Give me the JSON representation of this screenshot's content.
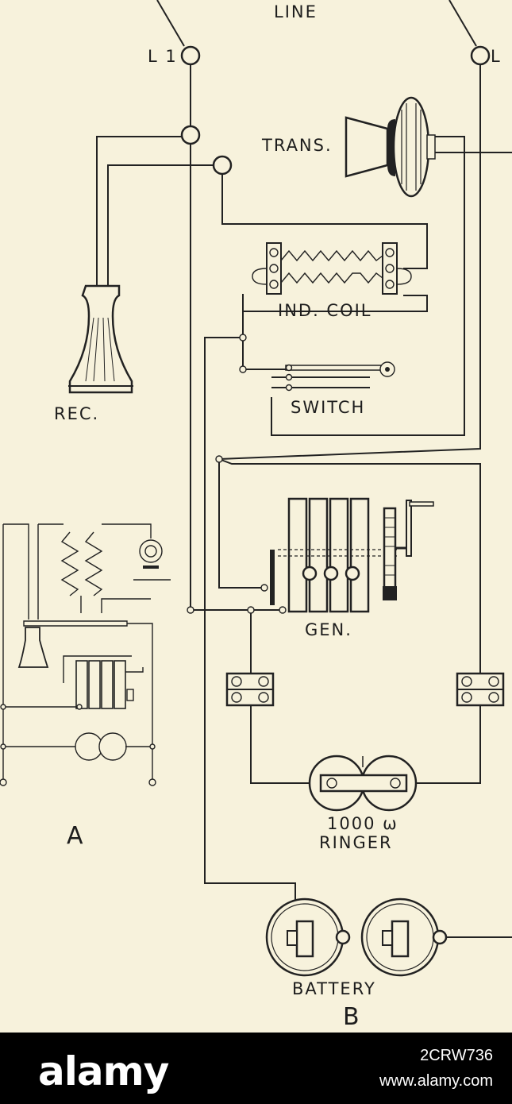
{
  "labels": {
    "line": "LINE",
    "l1": "L 1",
    "l2": "L",
    "trans": "TRANS.",
    "rec": "REC.",
    "ind_coil": "IND. COIL",
    "switch": "SWITCH",
    "gen": "GEN.",
    "ringer_ohms": "1000 ω",
    "ringer": "RINGER",
    "battery": "BATTERY",
    "fig_a": "A",
    "fig_b": "B"
  },
  "footer": {
    "brand": "alamy",
    "image_code": "2CRW736",
    "site": "www.alamy.com"
  }
}
